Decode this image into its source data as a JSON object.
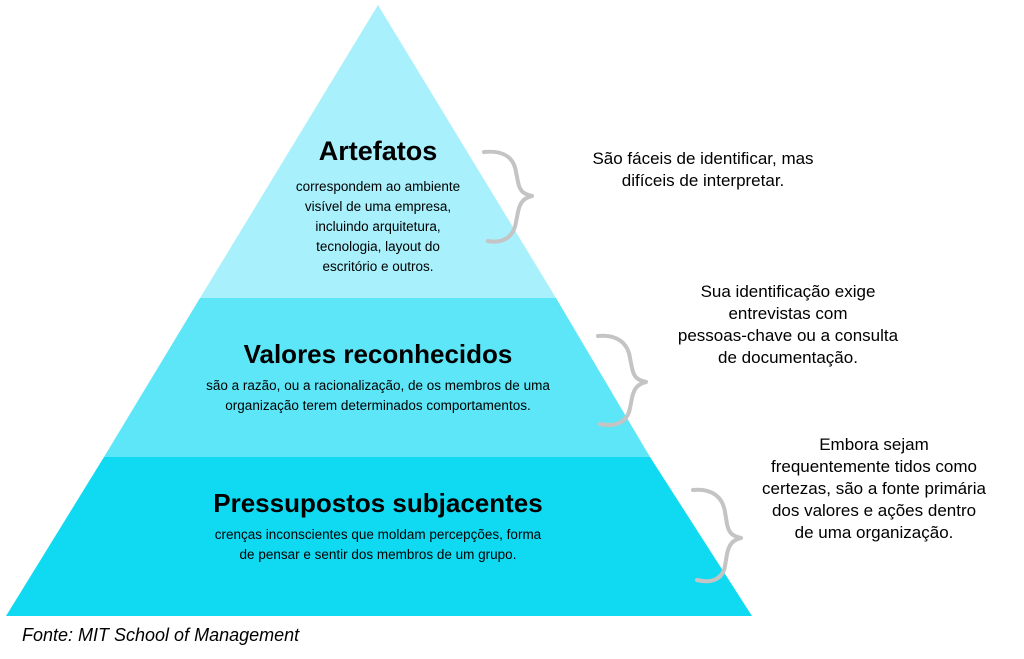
{
  "colors": {
    "top_layer": "#a8f0fb",
    "middle_layer": "#5ce6f8",
    "bottom_layer": "#10daf2",
    "brace": "#c4c4c4"
  },
  "pyramid": {
    "layers": [
      {
        "title": "Artefatos",
        "description_lines": [
          "correspondem ao ambiente",
          "visível de uma empresa,",
          "incluindo arquitetura,",
          "tecnologia, layout do",
          "escritório e outros."
        ]
      },
      {
        "title": "Valores reconhecidos",
        "description_lines": [
          "são a razão, ou a racionalização, de os membros de uma",
          "organização terem determinados comportamentos."
        ]
      },
      {
        "title": "Pressupostos subjacentes",
        "description_lines": [
          "crenças inconscientes que moldam percepções, forma",
          "de pensar e sentir dos membros de um grupo."
        ]
      }
    ]
  },
  "notes": [
    {
      "lines": [
        "São fáceis de identificar, mas",
        "difíceis de interpretar."
      ]
    },
    {
      "lines": [
        "Sua identificação exige",
        "entrevistas com",
        "pessoas-chave ou a consulta",
        "de documentação."
      ]
    },
    {
      "lines": [
        "Embora sejam",
        "frequentemente tidos como",
        "certezas, são a fonte primária",
        "dos valores e ações dentro",
        "de uma organização."
      ]
    }
  ],
  "source": "Fonte: MIT School of Management"
}
